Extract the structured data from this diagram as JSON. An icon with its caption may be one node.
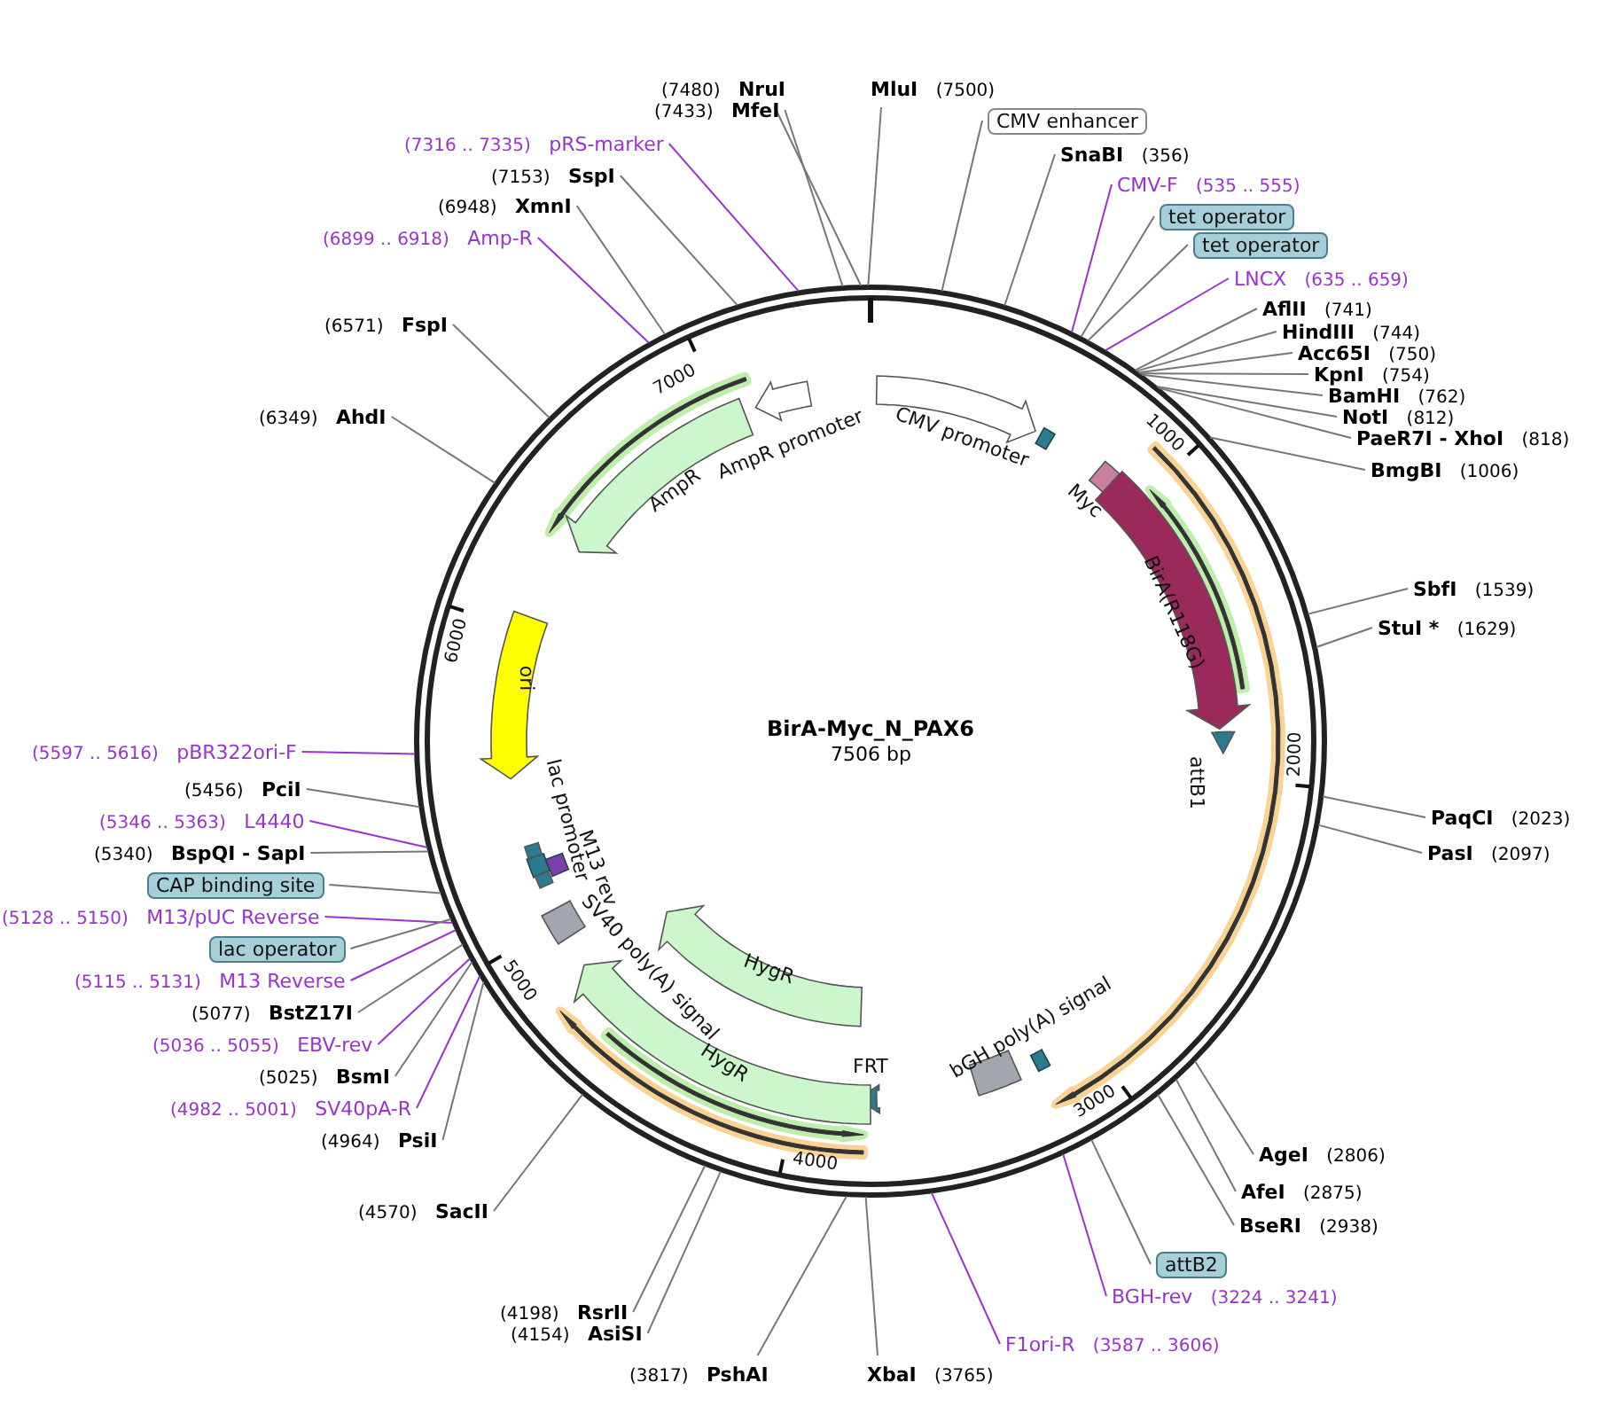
{
  "diagram": {
    "title": "BirA-Myc_N_PAX6",
    "caption": "7506 bp",
    "nodes": [
      {
        "text": [
          "MluI"
        ],
        "beside": [
          "(7500)"
        ]
      },
      {
        "text": [
          "NruI"
        ],
        "beside": [
          "(7480)"
        ]
      },
      {
        "text": [
          "MfeI"
        ],
        "beside": [
          "(7433)"
        ]
      },
      {
        "text": [
          "CMV enhancer"
        ]
      },
      {
        "text": [
          "pRS-marker"
        ],
        "beside": [
          "(7316 .. 7335)"
        ]
      },
      {
        "text": [
          "SnaBI"
        ],
        "beside": [
          "(356)"
        ]
      },
      {
        "text": [
          "SspI"
        ],
        "beside": [
          "(7153)"
        ]
      },
      {
        "text": [
          "CMV-F"
        ],
        "beside": [
          "(535 .. 555)"
        ]
      },
      {
        "text": [
          "XmnI"
        ],
        "beside": [
          "(6948)"
        ]
      },
      {
        "text": [
          "tet operator"
        ]
      },
      {
        "text": [
          "Amp-R"
        ],
        "beside": [
          "(6899 .. 6918)"
        ]
      },
      {
        "text": [
          "tet operator"
        ]
      },
      {
        "text": [
          "LNCX"
        ],
        "beside": [
          "(635 .. 659)"
        ]
      },
      {
        "text": [
          "AflII"
        ],
        "beside": [
          "(741)"
        ]
      },
      {
        "text": [
          "FspI"
        ],
        "beside": [
          "(6571)"
        ]
      },
      {
        "text": [
          "HindIII"
        ],
        "beside": [
          "(744)"
        ]
      },
      {
        "text": [
          "Acc65I"
        ],
        "beside": [
          "(750)"
        ]
      },
      {
        "text": [
          "KpnI"
        ],
        "beside": [
          "(754)"
        ]
      },
      {
        "text": [
          "BamHI"
        ],
        "beside": [
          "(762)"
        ]
      },
      {
        "text": [
          "NotI"
        ],
        "beside": [
          "(812)"
        ]
      },
      {
        "text": [
          "AhdI"
        ],
        "beside": [
          "(6349)"
        ]
      },
      {
        "text": [
          "PaeR7I - XhoI"
        ],
        "beside": [
          "(818)"
        ]
      },
      {
        "text": [
          "BmgBI"
        ],
        "beside": [
          "(1006)"
        ]
      },
      {
        "text": [
          "SbfI"
        ],
        "beside": [
          "(1539)"
        ]
      },
      {
        "text": [
          "StuI *"
        ],
        "beside": [
          "(1629)"
        ]
      },
      {
        "text": [
          "pBR322ori-F"
        ],
        "beside": [
          "(5597 .. 5616)"
        ]
      },
      {
        "text": [
          "PciI"
        ],
        "beside": [
          "(5456)"
        ]
      },
      {
        "text": [
          "L4440"
        ],
        "beside": [
          "(5346 .. 5363)"
        ]
      },
      {
        "text": [
          "PaqCI"
        ],
        "beside": [
          "(2023)"
        ]
      },
      {
        "text": [
          "BspQI - SapI"
        ],
        "beside": [
          "(5340)"
        ]
      },
      {
        "text": [
          "PasI"
        ],
        "beside": [
          "(2097)"
        ]
      },
      {
        "text": [
          "CAP binding site"
        ]
      },
      {
        "text": [
          "M13/pUC Reverse"
        ],
        "beside": [
          "(5128 .. 5150)"
        ]
      },
      {
        "text": [
          "lac operator"
        ]
      },
      {
        "text": [
          "M13 Reverse"
        ],
        "beside": [
          "(5115 .. 5131)"
        ]
      },
      {
        "text": [
          "BstZ17I"
        ],
        "beside": [
          "(5077)"
        ]
      },
      {
        "text": [
          "EBV-rev"
        ],
        "beside": [
          "(5036 .. 5055)"
        ]
      },
      {
        "text": [
          "BsmI"
        ],
        "beside": [
          "(5025)"
        ]
      },
      {
        "text": [
          "SV40pA-R"
        ],
        "beside": [
          "(4982 .. 5001)"
        ]
      },
      {
        "text": [
          "PsiI"
        ],
        "beside": [
          "(4964)"
        ]
      },
      {
        "text": [
          "AgeI"
        ],
        "beside": [
          "(2806)"
        ]
      },
      {
        "text": [
          "AfeI"
        ],
        "beside": [
          "(2875)"
        ]
      },
      {
        "text": [
          "SacII"
        ],
        "beside": [
          "(4570)"
        ]
      },
      {
        "text": [
          "BseRI"
        ],
        "beside": [
          "(2938)"
        ]
      },
      {
        "text": [
          "attB2"
        ]
      },
      {
        "text": [
          "BGH-rev"
        ],
        "beside": [
          "(3224 .. 3241)"
        ]
      },
      {
        "text": [
          "RsrII"
        ],
        "beside": [
          "(4198)"
        ]
      },
      {
        "text": [
          "AsiSI"
        ],
        "beside": [
          "(4154)"
        ]
      },
      {
        "text": [
          "F1ori-R"
        ],
        "beside": [
          "(3587 .. 3606)"
        ]
      },
      {
        "text": [
          "PshAI"
        ],
        "beside": [
          "(3817)"
        ]
      },
      {
        "text": [
          "XbaI"
        ],
        "beside": [
          "(3765)"
        ]
      },
      {
        "text": [
          "CMV promoter"
        ]
      },
      {
        "text": [
          "AmpR promoter"
        ]
      },
      {
        "text": [
          "AmpR"
        ]
      },
      {
        "text": [
          "Myc"
        ]
      },
      {
        "text": [
          "BirA(R118G)"
        ]
      },
      {
        "text": [
          "ori"
        ]
      },
      {
        "text": [
          "attB1"
        ]
      },
      {
        "text": [
          "lac promoter"
        ]
      },
      {
        "text": [
          "M13 rev"
        ]
      },
      {
        "text": [
          "SV40 poly(A) signal"
        ]
      },
      {
        "text": [
          "HygR"
        ]
      },
      {
        "text": [
          "bGH poly(A) signal"
        ]
      },
      {
        "text": [
          "FRT"
        ]
      },
      {
        "text": [
          "HygR"
        ]
      }
    ],
    "edges": [
      {
        "from": 0,
        "to": null,
        "arrow": "none"
      },
      {
        "from": 1,
        "to": null,
        "arrow": "none"
      },
      {
        "from": 2,
        "to": null,
        "arrow": "none"
      },
      {
        "from": 3,
        "to": null,
        "arrow": "none"
      },
      {
        "from": 4,
        "to": null,
        "arrow": "none",
        "color": "#9933cc"
      },
      {
        "from": 5,
        "to": null,
        "arrow": "none"
      },
      {
        "from": 6,
        "to": null,
        "arrow": "none"
      },
      {
        "from": 7,
        "to": null,
        "arrow": "none",
        "color": "#9933cc"
      },
      {
        "from": 8,
        "to": null,
        "arrow": "none"
      },
      {
        "from": 9,
        "to": null,
        "arrow": "none"
      },
      {
        "from": 10,
        "to": null,
        "arrow": "none",
        "color": "#9933cc"
      },
      {
        "from": 11,
        "to": null,
        "arrow": "none"
      },
      {
        "from": 12,
        "to": null,
        "arrow": "none",
        "color": "#9933cc"
      },
      {
        "from": 13,
        "to": null,
        "arrow": "none"
      },
      {
        "from": 14,
        "to": null,
        "arrow": "none"
      },
      {
        "from": 15,
        "to": null,
        "arrow": "none"
      },
      {
        "from": 16,
        "to": null,
        "arrow": "none"
      },
      {
        "from": 17,
        "to": null,
        "arrow": "none"
      },
      {
        "from": 18,
        "to": null,
        "arrow": "none"
      },
      {
        "from": 19,
        "to": null,
        "arrow": "none"
      },
      {
        "from": 20,
        "to": null,
        "arrow": "none"
      },
      {
        "from": 21,
        "to": null,
        "arrow": "none"
      },
      {
        "from": 22,
        "to": null,
        "arrow": "none"
      },
      {
        "from": 23,
        "to": null,
        "arrow": "none"
      },
      {
        "from": 24,
        "to": null,
        "arrow": "none"
      },
      {
        "from": 25,
        "to": null,
        "arrow": "none",
        "color": "#9933cc"
      },
      {
        "from": 26,
        "to": null,
        "arrow": "none"
      },
      {
        "from": 27,
        "to": null,
        "arrow": "none",
        "color": "#9933cc"
      },
      {
        "from": 28,
        "to": null,
        "arrow": "none"
      },
      {
        "from": 29,
        "to": null,
        "arrow": "none"
      },
      {
        "from": 30,
        "to": null,
        "arrow": "none"
      },
      {
        "from": 31,
        "to": null,
        "arrow": "none"
      },
      {
        "from": 32,
        "to": null,
        "arrow": "none",
        "color": "#9933cc"
      },
      {
        "from": 33,
        "to": null,
        "arrow": "none"
      },
      {
        "from": 34,
        "to": null,
        "arrow": "none",
        "color": "#9933cc"
      },
      {
        "from": 35,
        "to": null,
        "arrow": "none"
      },
      {
        "from": 36,
        "to": null,
        "arrow": "none",
        "color": "#9933cc"
      },
      {
        "from": 37,
        "to": null,
        "arrow": "none"
      },
      {
        "from": 38,
        "to": null,
        "arrow": "none",
        "color": "#9933cc"
      },
      {
        "from": 39,
        "to": null,
        "arrow": "none"
      },
      {
        "from": 40,
        "to": null,
        "arrow": "none"
      },
      {
        "from": 41,
        "to": null,
        "arrow": "none"
      },
      {
        "from": 42,
        "to": null,
        "arrow": "none"
      },
      {
        "from": 43,
        "to": null,
        "arrow": "none"
      },
      {
        "from": 44,
        "to": null,
        "arrow": "none"
      },
      {
        "from": 45,
        "to": null,
        "arrow": "none",
        "color": "#9933cc"
      },
      {
        "from": 46,
        "to": null,
        "arrow": "none"
      },
      {
        "from": 47,
        "to": null,
        "arrow": "none"
      },
      {
        "from": 48,
        "to": null,
        "arrow": "none",
        "color": "#9933cc"
      },
      {
        "from": 49,
        "to": null,
        "arrow": "none"
      },
      {
        "from": 50,
        "to": null,
        "arrow": "none"
      }
    ],
    "labels": [
      "7000",
      "1000",
      "6000",
      "2000",
      "5000",
      "3000",
      "4000"
    ]
  }
}
